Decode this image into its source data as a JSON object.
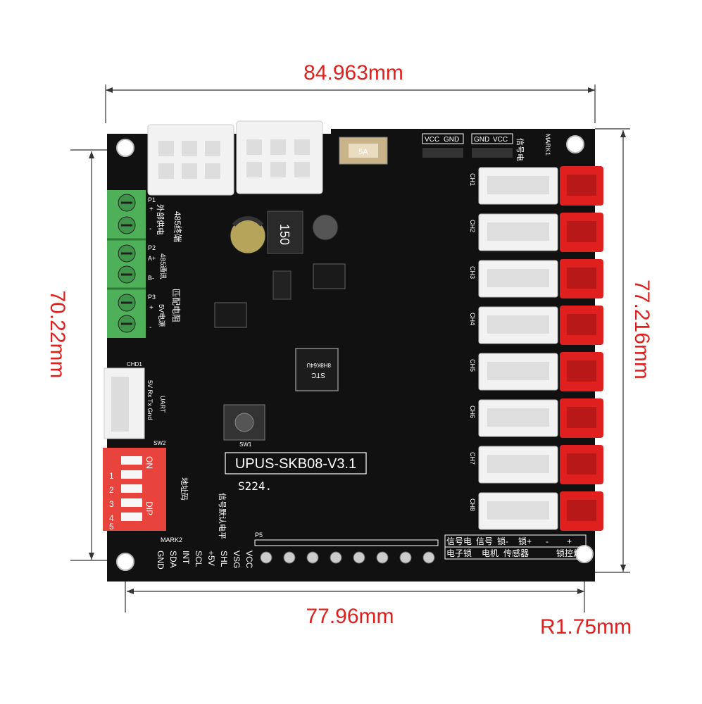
{
  "dimensions": {
    "width_top": "84.963mm",
    "height_left": "70.22mm",
    "height_right": "77.216mm",
    "width_bottom": "77.96mm",
    "hole_radius": "R1.75mm"
  },
  "board": {
    "model": "UPUS-SKB08-V3.1",
    "batch": "S224.",
    "mcu_brand": "STC",
    "mcu_part": "8H8K64U",
    "inductor_code": "150",
    "fuse_code": "5A",
    "switch_label": "SW1",
    "dip_label": "SW2",
    "dip_on": "ON",
    "dip_dip": "DIP",
    "dip_numbers": [
      "1",
      "2",
      "3",
      "4",
      "5"
    ],
    "mark1": "MARK1",
    "mark2": "MARK2",
    "p5": "P5",
    "chd1": "CHD1",
    "uart_label": "5V Rx Tx Gnd",
    "uart_title": "UART",
    "terminals": [
      {
        "ref": "P1",
        "pins": [
          "+",
          "-"
        ],
        "label": "外部供电"
      },
      {
        "ref": "P2",
        "pins": [
          "A+",
          "B-"
        ],
        "label": "485通讯"
      },
      {
        "ref": "P3",
        "pins": [
          "+",
          "-"
        ],
        "label": "5V电源"
      }
    ],
    "rs485_label": "485终端",
    "match_label": "匹配电阻",
    "top_header_left": [
      "VCC",
      "GND"
    ],
    "top_header_right": [
      "GND",
      "VCC"
    ],
    "signal_label": "信号电",
    "default_level": "信号默认电平",
    "address_label": "地址码",
    "bottom_pins": [
      "VCC",
      "VSG",
      "SHL",
      "+5V",
      "SCL",
      "INT",
      "SDA",
      "GND"
    ],
    "channels": [
      "CH1",
      "CH2",
      "CH3",
      "CH4",
      "CH5",
      "CH6",
      "CH7",
      "CH8"
    ],
    "legend_top": [
      "信号电",
      "信号",
      "锁-",
      "锁+",
      "-",
      "+"
    ],
    "legend_bottom": [
      "电子锁",
      "电机",
      "传感器",
      "锁控灯"
    ]
  },
  "colors": {
    "pcb": "#111111",
    "silkscreen": "#ffffff",
    "connector_red": "#e0201f",
    "connector_white": "#f2f2f2",
    "terminal_green": "#4fb05a",
    "dim_text": "#e0201f",
    "dim_line": "#333333"
  }
}
